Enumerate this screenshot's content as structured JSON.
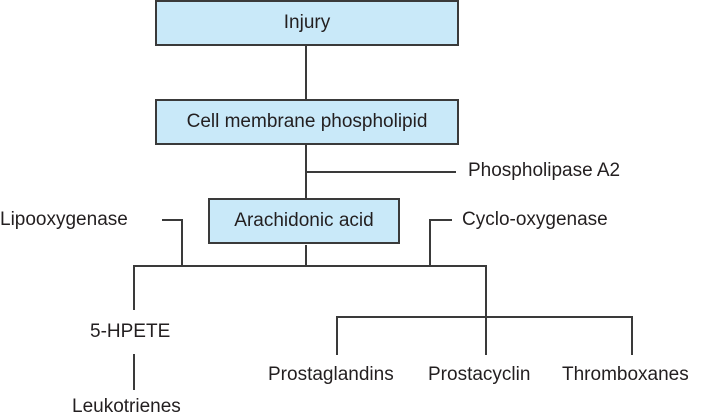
{
  "diagram": {
    "nodes": {
      "injury": "Injury",
      "cell_membrane": "Cell membrane phospholipid",
      "arachidonic_acid": "Arachidonic acid",
      "hpete": "5-HPETE",
      "leukotrienes": "Leukotrienes",
      "prostaglandins": "Prostaglandins",
      "prostacyclin": "Prostacyclin",
      "thromboxanes": "Thromboxanes"
    },
    "enzymes": {
      "phospholipase": "Phospholipase A2",
      "lipooxygenase": "Lipooxygenase",
      "cyclooxygenase": "Cyclo-oxygenase"
    },
    "colors": {
      "box_fill": "#c9e9f9",
      "line": "#3a3a3a"
    }
  }
}
